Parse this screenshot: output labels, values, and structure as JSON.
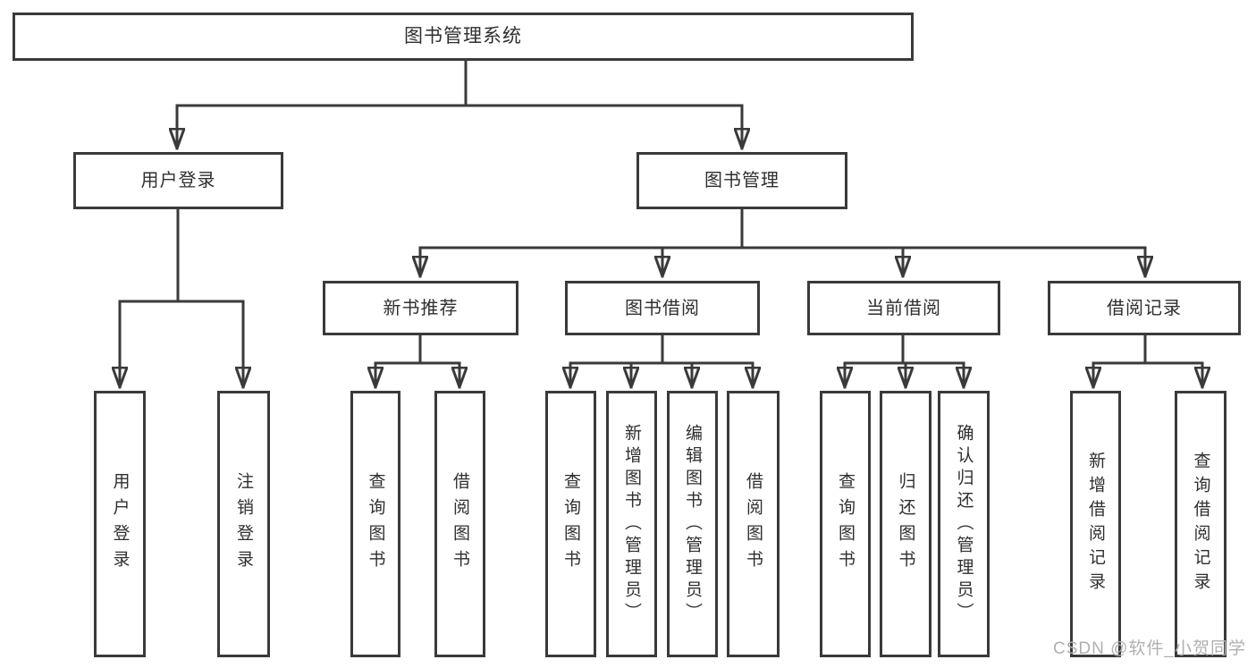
{
  "tree": {
    "label": "图书管理系统",
    "children": [
      {
        "label": "用户登录",
        "children": [
          {
            "label": "用户登录"
          },
          {
            "label": "注销登录"
          }
        ]
      },
      {
        "label": "图书管理",
        "children": [
          {
            "label": "新书推荐",
            "children": [
              {
                "label": "查询图书"
              },
              {
                "label": "借阅图书"
              }
            ]
          },
          {
            "label": "图书借阅",
            "children": [
              {
                "label": "查询图书"
              },
              {
                "label": "新增图书（管理员）"
              },
              {
                "label": "编辑图书（管理员）"
              },
              {
                "label": "借阅图书"
              }
            ]
          },
          {
            "label": "当前借阅",
            "children": [
              {
                "label": "查询图书"
              },
              {
                "label": "归还图书"
              },
              {
                "label": "确认归还（管理员）"
              }
            ]
          },
          {
            "label": "借阅记录",
            "children": [
              {
                "label": "新增借阅记录"
              },
              {
                "label": "查询借阅记录"
              }
            ]
          }
        ]
      }
    ]
  },
  "watermark": {
    "text": "CSDN @软件_小贺同学"
  },
  "colors": {
    "line": "#3a3a3a",
    "text": "#2f2f2f",
    "watermark": "#b0b0b0",
    "background": "#ffffff"
  }
}
